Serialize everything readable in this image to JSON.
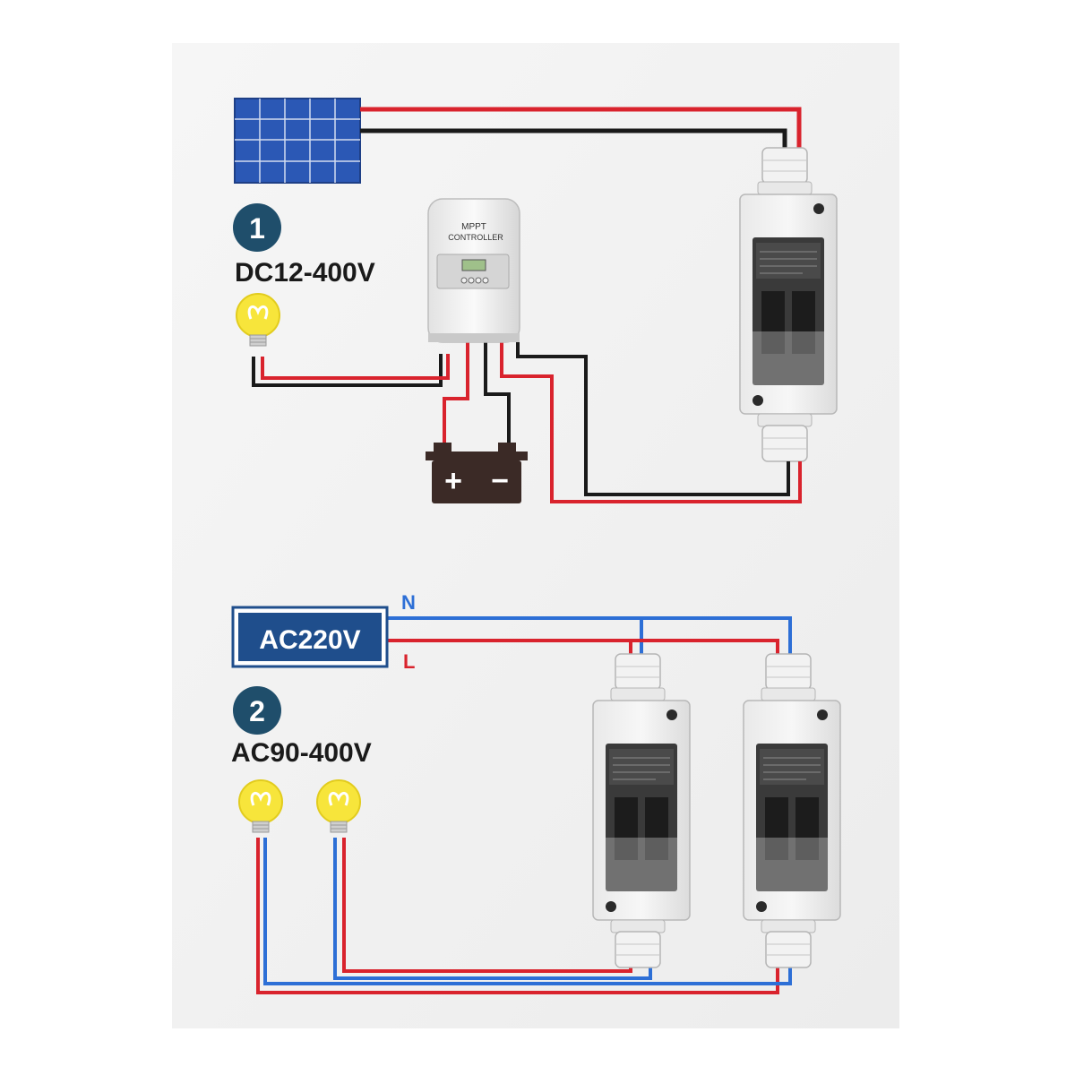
{
  "section1": {
    "step_number": "1",
    "voltage_label": "DC12-400V",
    "controller": {
      "line1": "MPPT",
      "line2": "CONTROLLER"
    },
    "battery": {
      "plus": "+",
      "minus": "−"
    }
  },
  "section2": {
    "step_number": "2",
    "voltage_label": "AC90-400V",
    "source_label": "AC220V",
    "neutral_label": "N",
    "line_label": "L"
  },
  "colors": {
    "badge": "#1f4e6b",
    "wire_red": "#d9232d",
    "wire_black": "#1a1a1a",
    "wire_blue": "#2d6fd6",
    "source_box": "#1f4e8c",
    "bulb": "#f7e53b",
    "panel": "#2b58b5"
  },
  "icons": {
    "solar_panel": "solar-panel-icon",
    "bulb": "light-bulb-icon",
    "battery": "battery-icon",
    "controller": "mppt-controller-icon",
    "breaker": "breaker-box-icon"
  }
}
